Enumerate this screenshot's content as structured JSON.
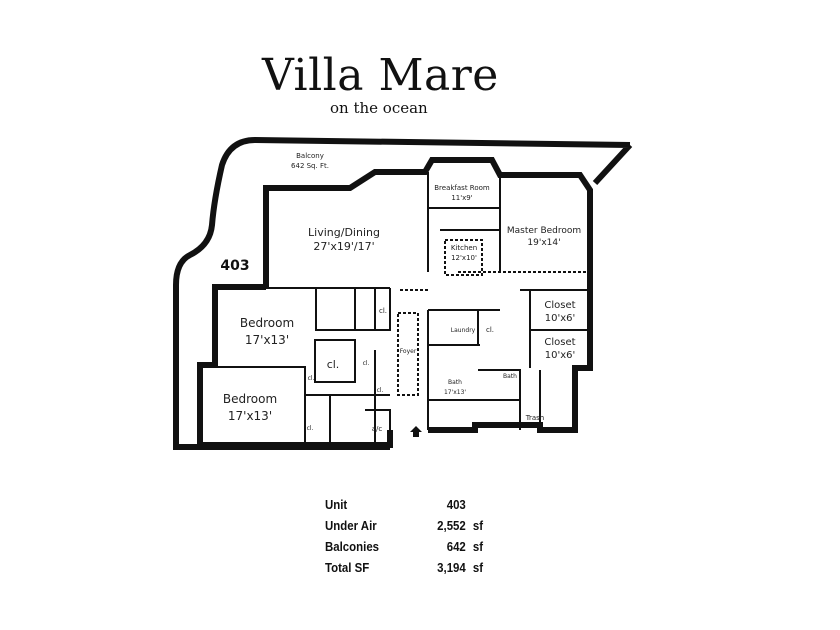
{
  "header": {
    "title": "Villa Mare",
    "subtitle": "on the ocean"
  },
  "plan": {
    "unit_label": "403",
    "rooms": [
      {
        "name": "Balcony",
        "size": "642 Sq. Ft."
      },
      {
        "name": "Living/Dining",
        "size": "27'x19'/17'"
      },
      {
        "name": "Breakfast Room",
        "size": "11'x9'"
      },
      {
        "name": "Kitchen",
        "size": "12'x10'"
      },
      {
        "name": "Master Bedroom",
        "size": "19'x14'"
      },
      {
        "name": "Bedroom",
        "size": "17'x13'"
      },
      {
        "name": "Bedroom",
        "size": "17'x13'"
      },
      {
        "name": "Closet",
        "size": "10'x6'"
      },
      {
        "name": "Closet",
        "size": "10'x6'"
      },
      {
        "name": "Bath",
        "size": "17'x13'"
      }
    ],
    "small_labels": {
      "closet": "cl.",
      "bath": "Bath",
      "laundry": "Laundry",
      "foyer": "Foyer",
      "ac": "a/c",
      "trash": "Trash"
    }
  },
  "stats": [
    {
      "label": "Unit",
      "value": "403",
      "unit": ""
    },
    {
      "label": "Under Air",
      "value": "2,552",
      "unit": "sf"
    },
    {
      "label": "Balconies",
      "value": "642",
      "unit": "sf"
    },
    {
      "label": "Total SF",
      "value": "3,194",
      "unit": "sf"
    }
  ]
}
